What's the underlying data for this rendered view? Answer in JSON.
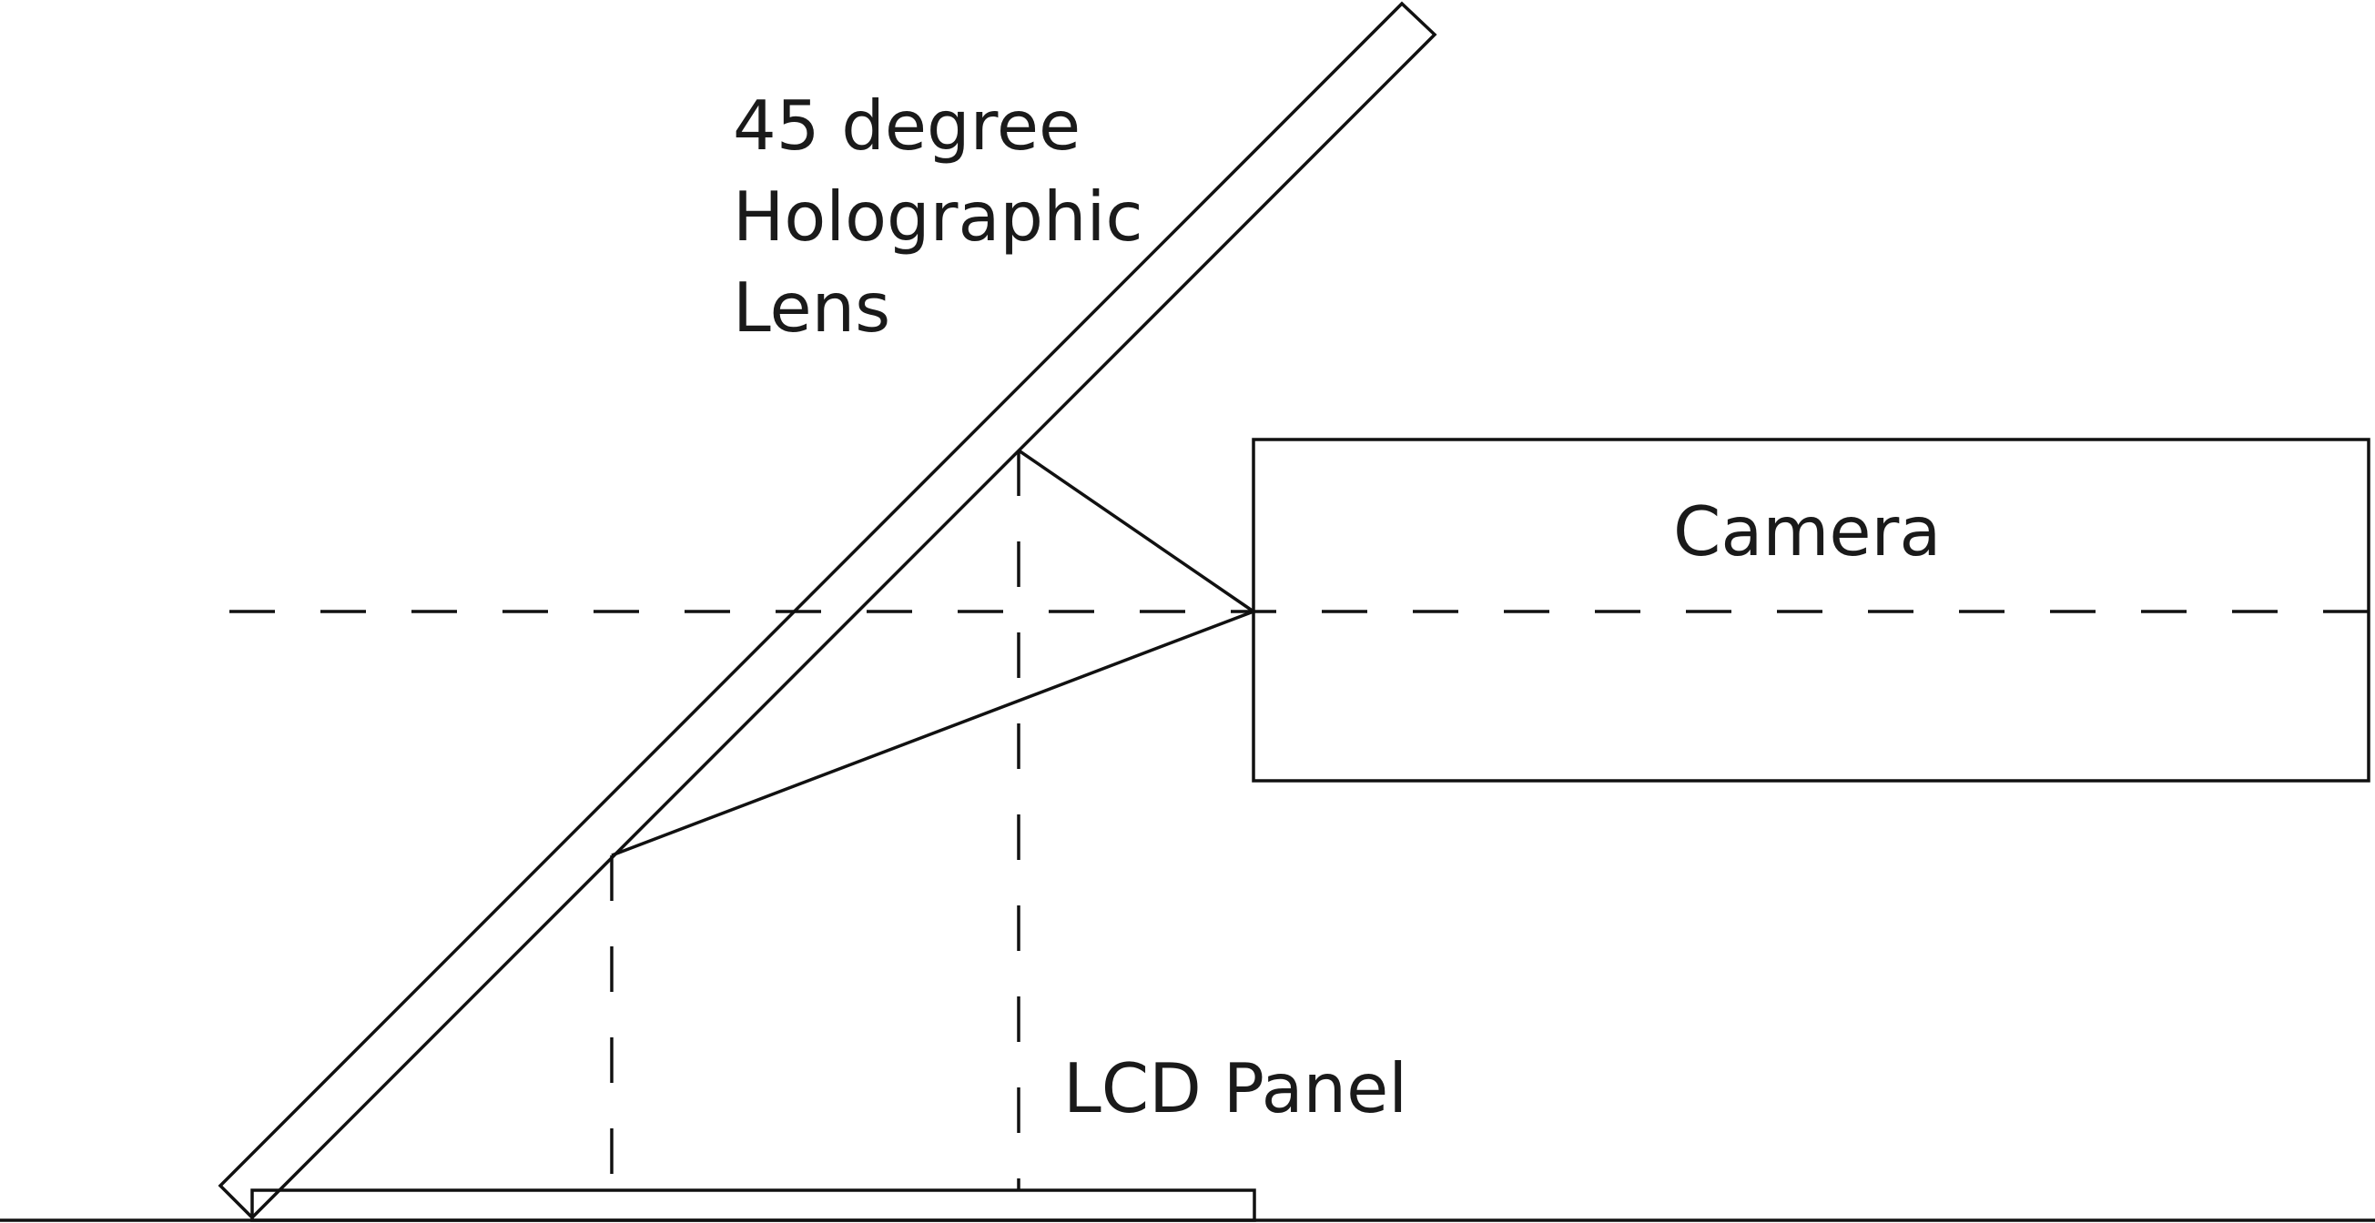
{
  "labels": {
    "lens_line1": "45 degree",
    "lens_line2": "Holographic",
    "lens_line3": "Lens",
    "camera": "Camera",
    "lcd": "LCD Panel"
  }
}
